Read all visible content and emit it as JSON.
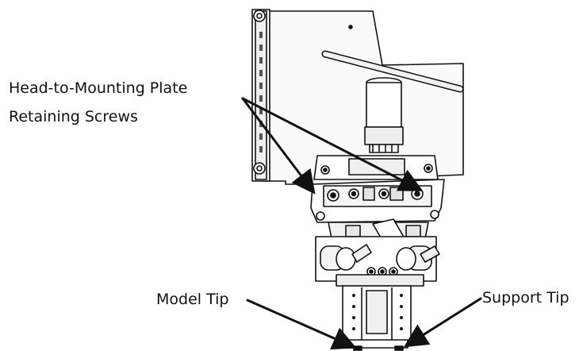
{
  "labels": {
    "screws_line1": "Head-to-Mounting Plate",
    "screws_line2": "Retaining Screws",
    "model_tip": "Model Tip",
    "support_tip": "Support Tip"
  },
  "colors": {
    "stroke": "#111111",
    "background": "#ffffff",
    "part_fill": "#f7f7f7"
  }
}
